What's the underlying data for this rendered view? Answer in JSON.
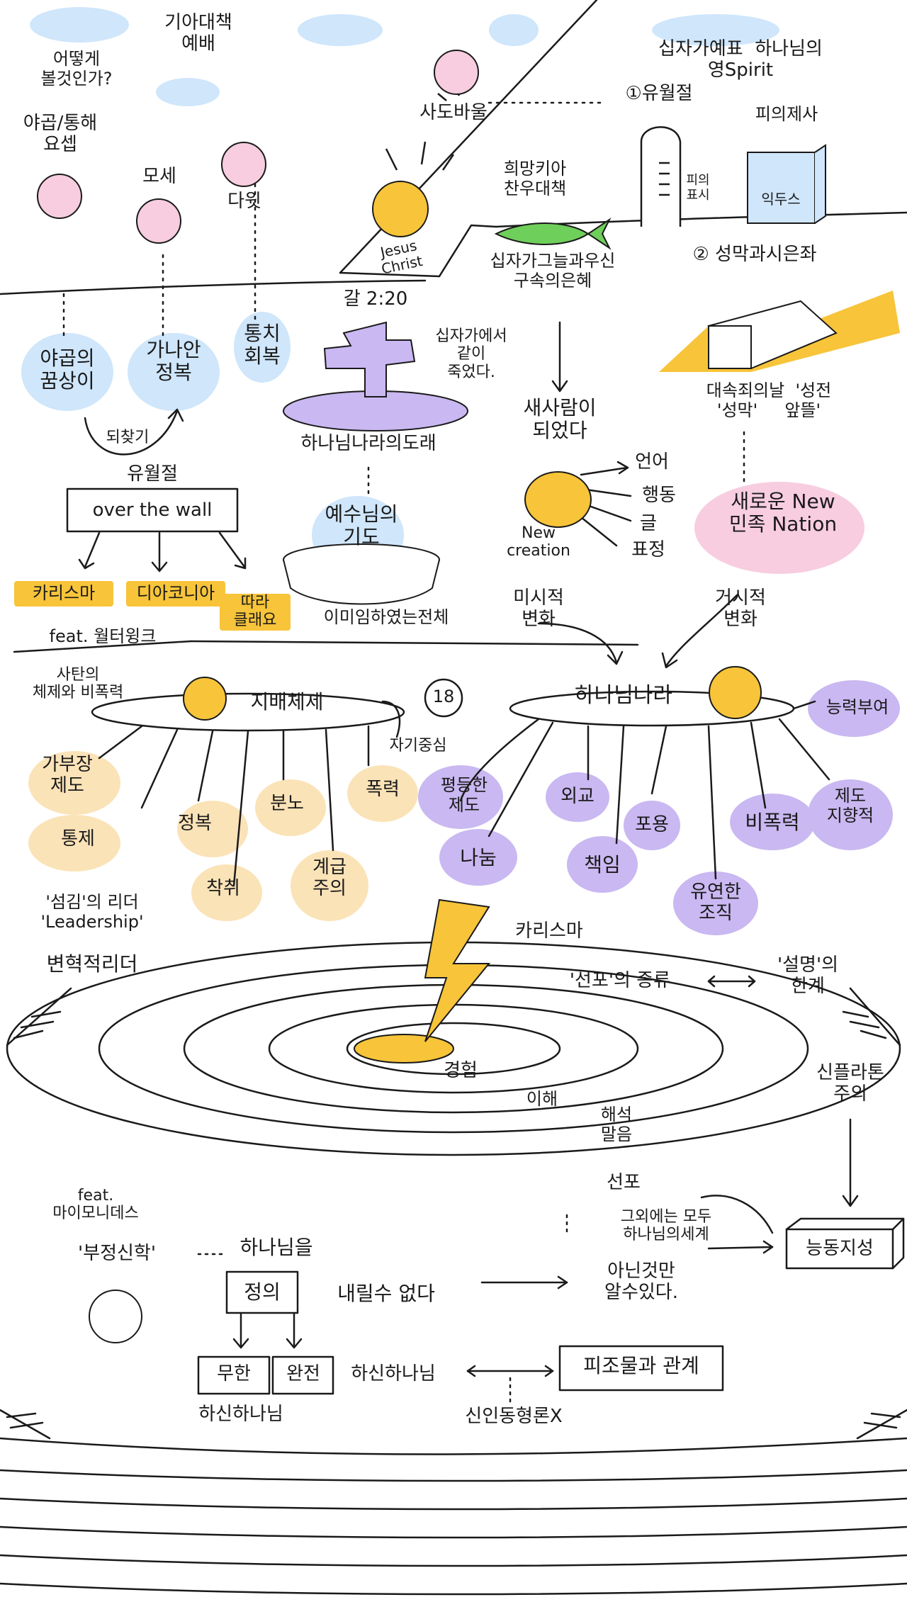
{
  "palette": {
    "ink": "#1a1a1a",
    "blue": "#cfe6fb",
    "pink": "#f8cde0",
    "yellow": "#f7c43a",
    "purple": "#c9b8f1",
    "peach": "#fbe3b8",
    "green": "#6fcf5b"
  },
  "top_left": {
    "question": "어떻게\n볼것인가?",
    "dramatic_approach": "기아대책\n예배",
    "joseph": "야곱/통해\n요셉",
    "moses": "모세",
    "david": "다윗",
    "paul": "사도바울",
    "jesus_face_label": "Jesus\nChrist",
    "hope_chord": "희망키아\n찬우대책",
    "gal_verse": "갈 2:20"
  },
  "top_right": {
    "title": "십자가예표  하나님의\n영Spirit",
    "item1": "①유월절",
    "wall_label": "피의\n표시",
    "priesthood": "피의제사",
    "ark_label": "익두스",
    "cross_grace": "십자가그늘과우신\n구속의은혜",
    "item2": "② 성막과시은좌"
  },
  "middle_left": {
    "jacob_blessing": "야곱의\n꿈상이",
    "canaan": "가나안\n정복",
    "restoration": "통치\n회복",
    "return": "되찾기",
    "passover": "유월절",
    "over_the_wall": "over the wall",
    "cross_crucified": "십자가에서\n같이\n죽었다.",
    "kingdom_coming": "하나님나라의도래",
    "jesus_prayer": "예수님의\n기도",
    "charisma": "카리스마",
    "diakonia": "디아코니아",
    "follow": "따라\n클래요",
    "exist_now": "이미임하였는전체"
  },
  "middle_right": {
    "new_person": "새사람이\n되었다",
    "new_creation": "New\ncreation",
    "speech": "언어",
    "behavior": "행동",
    "writing": "글",
    "expression": "표정",
    "day_of_atonement": "대속죄의날  '성전\n'성막'     앞뜰'",
    "new_nation": "새로운 New\n민족 Nation",
    "micro_change": "미시적\n변화",
    "macro_change": "거시적\n변화"
  },
  "kingdoms": {
    "feat_walter": "feat. 월터윙크",
    "satan_system": "사탄의\n체제와 비폭력",
    "ruling_system": "지배체제",
    "number": "18",
    "kingdom_of_god": "하나님나라",
    "empowerment": "능력부여",
    "ruling_items": [
      "가부장\n제도",
      "통제",
      "정복",
      "착취",
      "분노",
      "계급\n주의",
      "폭력",
      "자기중심"
    ],
    "kingdom_items": [
      "평등한\n제도",
      "나눔",
      "외교",
      "책임",
      "포용",
      "유연한\n조직",
      "비폭력",
      "제도\n지향적"
    ]
  },
  "leadership": {
    "servant": "'섬김'의 리더\n'Leadership'",
    "transformational": "변혁적리더"
  },
  "spiral": {
    "charisma": "카리스마",
    "proclamation": "'선포'의 종류",
    "explanation": "'설명'의\n한계",
    "experience": "경험",
    "understanding": "이해",
    "interpretation": "해석\n말음",
    "proclamation2": "선포",
    "platonism": "신플라톤\n주의"
  },
  "bottom": {
    "feat_maimonides": "feat.\n마이모니데스",
    "negative_theology": "'부정신학'",
    "god_object": "하나님을",
    "define": "정의",
    "cannot_define": "내릴수 없다",
    "only_know_not": "아닌것만\n알수있다.",
    "everything_else": "그외에는 모두\n하나님의세계",
    "active_intellect": "능동지성",
    "infinite": "무한",
    "perfect": "완전",
    "revealed_god": "하신하나님",
    "hidden_god": "하신하나님",
    "relation": "피조물과 관계",
    "no_anthropomorphism": "신인동형론X"
  },
  "icons": [
    "smiley-face-icon",
    "cloud-icon",
    "fish-icon",
    "lightning-icon",
    "cross-icon",
    "sun-face-icon",
    "ark-icon",
    "tent-icon"
  ]
}
